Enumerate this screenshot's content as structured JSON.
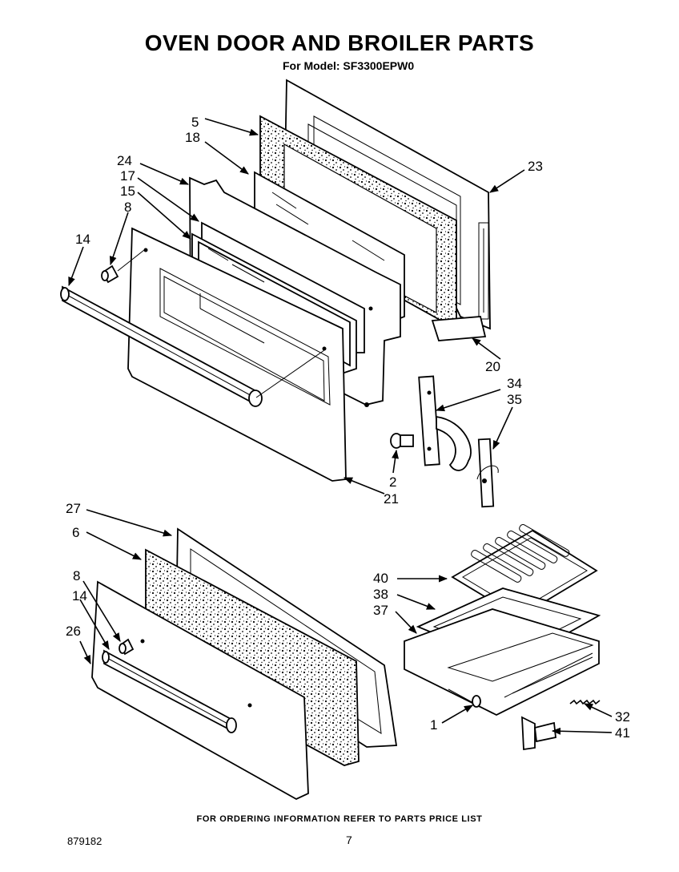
{
  "header": {
    "title": "OVEN DOOR AND BROILER PARTS",
    "model_line": "For Model: SF3300EPW0"
  },
  "footer": {
    "ordering_note": "FOR ORDERING INFORMATION REFER TO PARTS PRICE LIST",
    "document_number": "879182",
    "page_number": "7"
  },
  "part_labels": {
    "p5": "5",
    "p18": "18",
    "p24": "24",
    "p17": "17",
    "p15": "15",
    "p8a": "8",
    "p14a": "14",
    "p23": "23",
    "p20": "20",
    "p34": "34",
    "p35": "35",
    "p2": "2",
    "p21": "21",
    "p27": "27",
    "p6": "6",
    "p8b": "8",
    "p14b": "14",
    "p26": "26",
    "p40": "40",
    "p38": "38",
    "p37": "37",
    "p1": "1",
    "p32": "32",
    "p41": "41"
  }
}
